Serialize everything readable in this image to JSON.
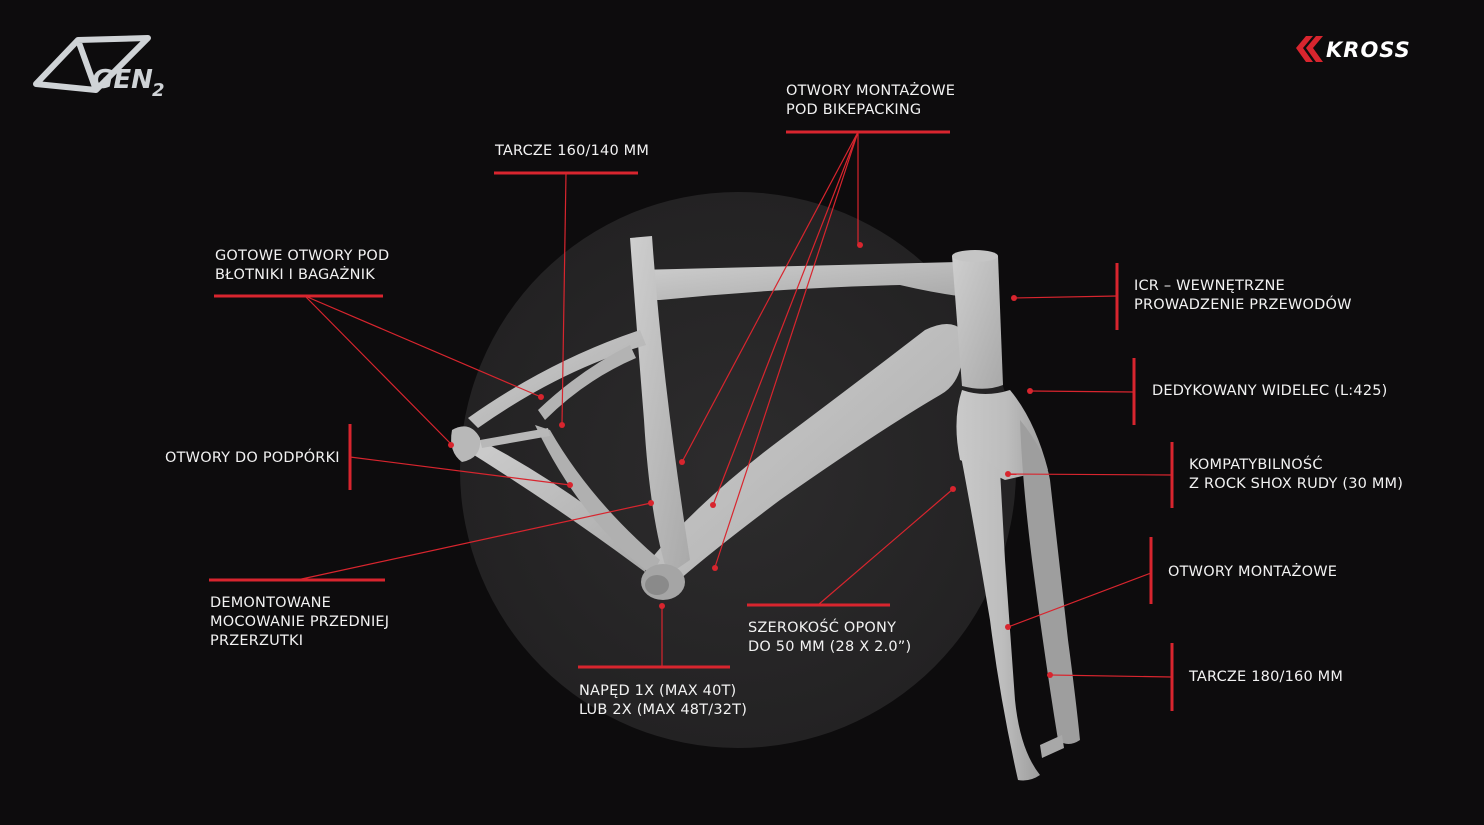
{
  "branding": {
    "gen_badge": "GEN",
    "gen_number": "2",
    "brand_name": "KROSS",
    "accent_color": "#d8252e",
    "label_color": "#f2f2f2",
    "frame_color": "#bdbdbd",
    "background_color": "#0d0c0d"
  },
  "callouts": {
    "bikepacking": [
      "OTWORY MONTAŻOWE",
      "POD BIKEPACKING"
    ],
    "rear_rotor": [
      "TARCZE 160/140 MM"
    ],
    "mudguard": [
      "GOTOWE OTWORY POD",
      "BŁOTNIKI I BAGAŻNIK"
    ],
    "kickstand": [
      "OTWORY DO PODPÓRKI"
    ],
    "derailleur": [
      "DEMONTOWANE",
      "MOCOWANIE PRZEDNIEJ",
      "PRZERZUTKI"
    ],
    "drivetrain": [
      "NAPĘD 1X (MAX 40T)",
      "LUB 2X (MAX 48T/32T)"
    ],
    "tire": [
      "SZEROKOŚĆ OPONY",
      "DO 50 MM (28 X 2.0”)"
    ],
    "icr": [
      "ICR – WEWNĘTRZNE",
      "PROWADZENIE PRZEWODÓW"
    ],
    "fork": [
      "DEDYKOWANY WIDELEC (L:425)"
    ],
    "rockshox": [
      "KOMPATYBILNOŚĆ",
      "Z ROCK SHOX RUDY (30 MM)"
    ],
    "fork_mounts": [
      "OTWORY MONTAŻOWE"
    ],
    "front_rotor": [
      "TARCZE 180/160 MM"
    ]
  }
}
